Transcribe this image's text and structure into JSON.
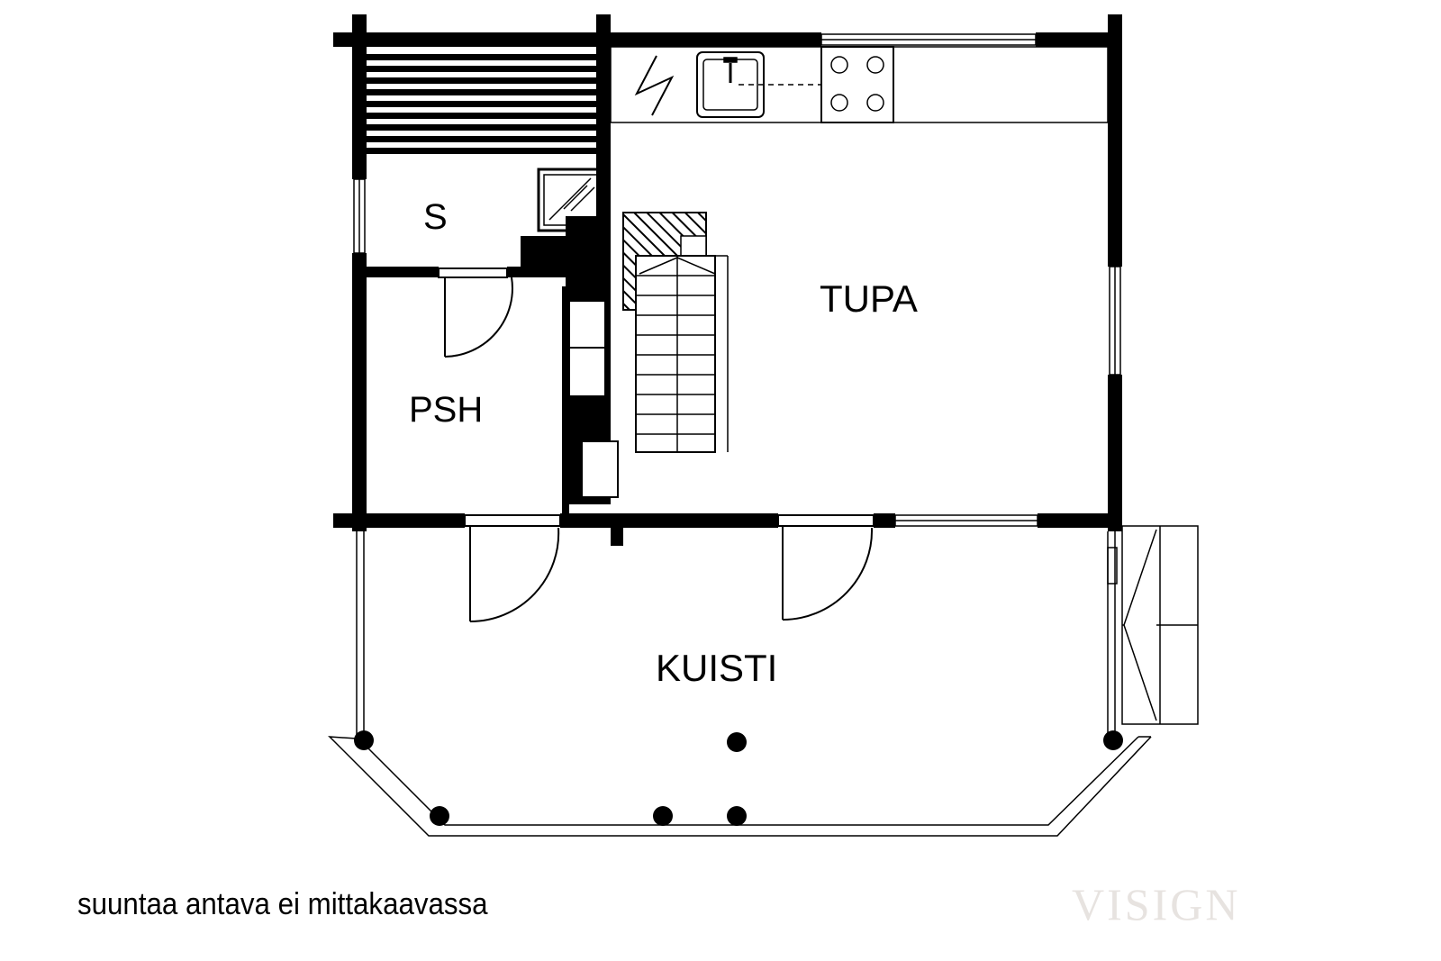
{
  "rooms": {
    "sauna": "S",
    "bathroom": "PSH",
    "living_room": "TUPA",
    "porch": "KUISTI"
  },
  "footnote": "suuntaa antava ei mittakaavassa",
  "watermark": "VISIGN",
  "colors": {
    "wall": "#000000",
    "background": "#ffffff",
    "watermark": "#e7e3e0"
  }
}
